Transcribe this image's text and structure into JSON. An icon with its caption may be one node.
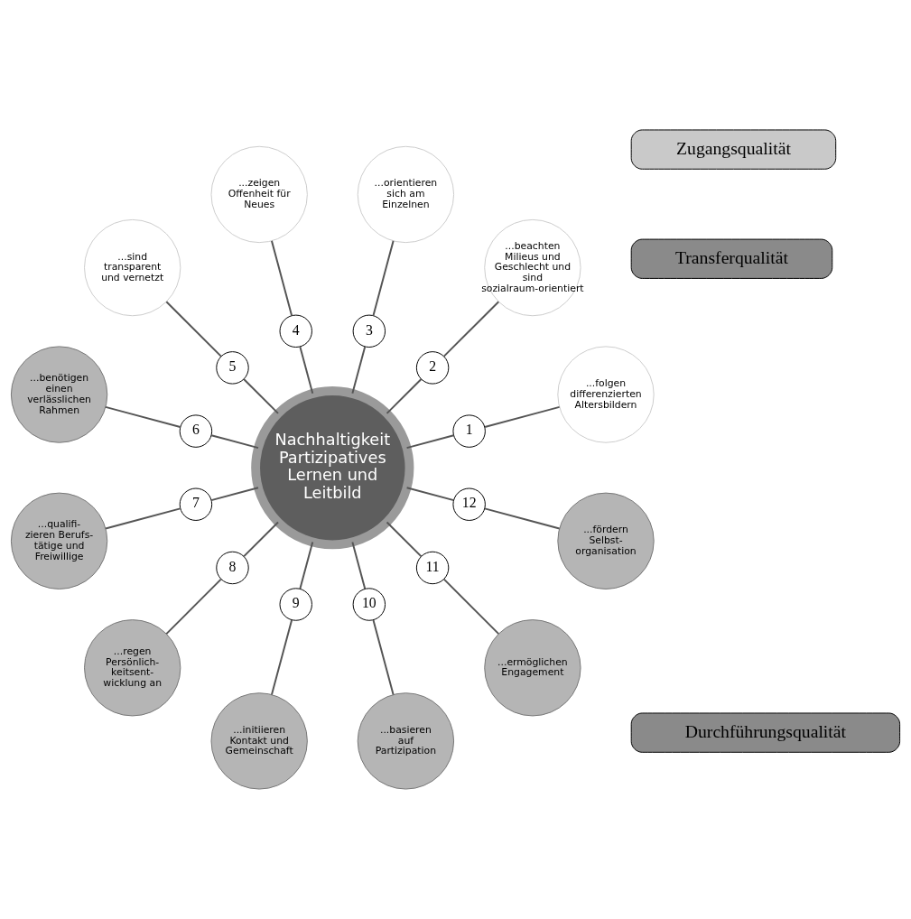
{
  "diagram": {
    "nodes": [
      {
        "text": [
          "Transferqualität"
        ]
      },
      {
        "text": [
          "Zugangsqualität"
        ]
      },
      {
        "text": [
          "Durchführungsqualität"
        ]
      },
      {
        "text": [
          "Nachhaltigkeit",
          "Partizipatives Lernen und Leitbild"
        ]
      },
      {
        "text": [
          "1"
        ]
      },
      {
        "text": [
          "2"
        ]
      },
      {
        "text": [
          "3"
        ]
      },
      {
        "text": [
          "4"
        ]
      },
      {
        "text": [
          "5"
        ]
      },
      {
        "text": [
          "6"
        ]
      },
      {
        "text": [
          "7"
        ]
      },
      {
        "text": [
          "8"
        ]
      },
      {
        "text": [
          "9"
        ]
      },
      {
        "text": [
          "10"
        ]
      },
      {
        "text": [
          "11"
        ]
      },
      {
        "text": [
          "12"
        ]
      },
      {
        "text": [
          "...folgen differenzierten Altersbildern"
        ]
      },
      {
        "text": [
          "...beachten Milieus und Geschlecht und sind sozialraum-orientiert"
        ]
      },
      {
        "text": [
          "...orientieren sich am Einzelnen"
        ]
      },
      {
        "text": [
          "...zeigen Offenheit für Neues"
        ]
      },
      {
        "text": [
          "...sind transparent und vernetzt"
        ]
      },
      {
        "text": [
          "...benötigen einen verlässlichen Rahmen"
        ]
      },
      {
        "text": [
          "...qualifi- zieren Berufs- tätige und Freiwillige"
        ]
      },
      {
        "text": [
          "...regen Persönlich- keitsent- wicklung an"
        ]
      },
      {
        "text": [
          "...initiieren Kontakt und Gemeinschaft"
        ]
      },
      {
        "text": [
          "...basieren auf Partizipation"
        ]
      },
      {
        "text": [
          "...ermöglichen Engagement"
        ]
      },
      {
        "text": [
          "...fördern Selbst- organisation"
        ]
      }
    ],
    "edges": [
      {
        "from": 3,
        "to": 4,
        "arrow": "none"
      },
      {
        "from": 4,
        "to": 16,
        "arrow": "none"
      },
      {
        "from": 3,
        "to": 5,
        "arrow": "none"
      },
      {
        "from": 5,
        "to": 17,
        "arrow": "none"
      },
      {
        "from": 3,
        "to": 6,
        "arrow": "none"
      },
      {
        "from": 6,
        "to": 18,
        "arrow": "none"
      },
      {
        "from": 3,
        "to": 7,
        "arrow": "none"
      },
      {
        "from": 7,
        "to": 19,
        "arrow": "none"
      },
      {
        "from": 3,
        "to": 8,
        "arrow": "none"
      },
      {
        "from": 8,
        "to": 20,
        "arrow": "none"
      },
      {
        "from": 3,
        "to": 9,
        "arrow": "none"
      },
      {
        "from": 9,
        "to": 21,
        "arrow": "none"
      },
      {
        "from": 3,
        "to": 10,
        "arrow": "none"
      },
      {
        "from": 10,
        "to": 22,
        "arrow": "none"
      },
      {
        "from": 3,
        "to": 11,
        "arrow": "none"
      },
      {
        "from": 11,
        "to": 23,
        "arrow": "none"
      },
      {
        "from": 3,
        "to": 12,
        "arrow": "none"
      },
      {
        "from": 12,
        "to": 24,
        "arrow": "none"
      },
      {
        "from": 3,
        "to": 13,
        "arrow": "none"
      },
      {
        "from": 13,
        "to": 25,
        "arrow": "none"
      },
      {
        "from": 3,
        "to": 14,
        "arrow": "none"
      },
      {
        "from": 14,
        "to": 26,
        "arrow": "none"
      },
      {
        "from": 3,
        "to": 15,
        "arrow": "none"
      },
      {
        "from": 15,
        "to": 27,
        "arrow": "none"
      }
    ]
  }
}
